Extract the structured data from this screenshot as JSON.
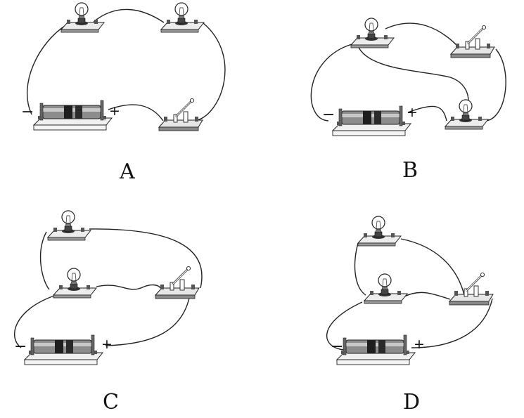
{
  "panels": [
    {
      "label": "A",
      "minus": "−",
      "plus": "+"
    },
    {
      "label": "B",
      "minus": "−",
      "plus": "+"
    },
    {
      "label": "C",
      "minus": "−",
      "plus": "+"
    },
    {
      "label": "D",
      "minus": "−",
      "plus": "+"
    }
  ]
}
